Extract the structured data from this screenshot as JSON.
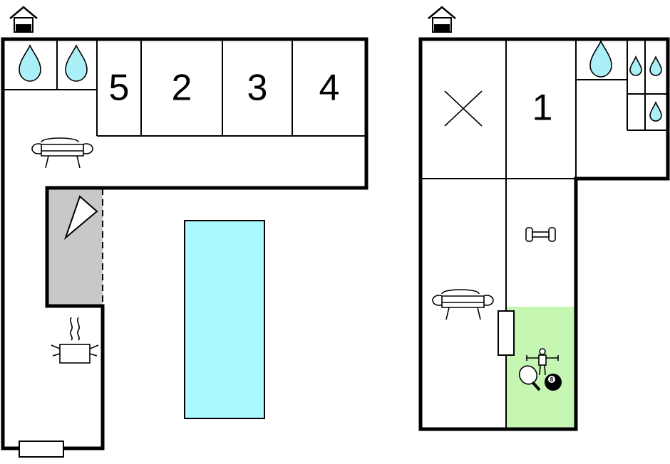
{
  "floors": [
    {
      "id": "ground",
      "rooms": [
        {
          "label": "5"
        },
        {
          "label": "2"
        },
        {
          "label": "3"
        },
        {
          "label": "4"
        }
      ]
    },
    {
      "id": "upper",
      "rooms": [
        {
          "label": "1"
        }
      ]
    }
  ],
  "colors": {
    "water": "#aaf0f6",
    "pool": "#aaf9ff",
    "kitchen": "#c8c8c8",
    "games": "#c6f7b2",
    "wall": "#000000"
  },
  "icons": [
    "entrance-icon",
    "bathroom-drop-icon",
    "sofa-icon",
    "pool",
    "kitchen-counter",
    "cooking-pot-icon",
    "radiator-icon",
    "dumbbell-icon",
    "table-football-icon",
    "table-tennis-icon",
    "billiard-ball-icon",
    "storage-cross-icon"
  ],
  "billiard_ball": {
    "label": "8"
  }
}
